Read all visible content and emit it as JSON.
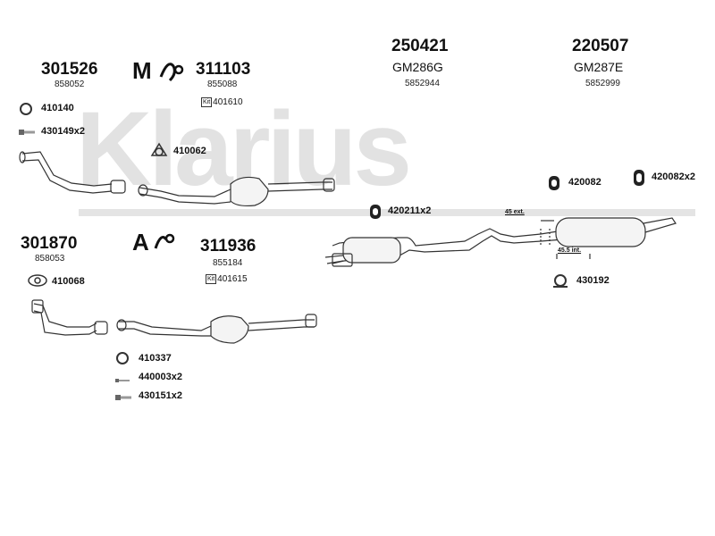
{
  "watermark": "Klarius",
  "groups": {
    "g301526": {
      "code": "301526",
      "ref": "858052"
    },
    "g311103": {
      "code": "311103",
      "ref": "855088",
      "kit": "401610"
    },
    "g250421": {
      "code": "250421",
      "gm": "GM286G",
      "ref": "5852944"
    },
    "g220507": {
      "code": "220507",
      "gm": "GM287E",
      "ref": "5852999"
    },
    "g301870": {
      "code": "301870",
      "ref": "858053"
    },
    "g311936": {
      "code": "311936",
      "ref": "855184",
      "kit": "401615"
    }
  },
  "kit_icon_label": "Kit",
  "parts": {
    "p410140": "410140",
    "p430149": "430149x2",
    "p410062": "410062",
    "p420211": "420211x2",
    "p420082": "420082",
    "p420082x2": "420082x2",
    "p410068": "410068",
    "p430192": "430192",
    "p410337": "410337",
    "p440003": "440003x2",
    "p430151": "430151x2"
  },
  "dims": {
    "d45ext": "45 ext.",
    "d455int": "45.5 int."
  },
  "icons": [
    "manual-gearbox-icon",
    "automatic-gearbox-icon",
    "ring-gasket-icon",
    "bolt-icon",
    "flange-gasket-icon",
    "rubber-mount-icon",
    "clamp-icon"
  ]
}
